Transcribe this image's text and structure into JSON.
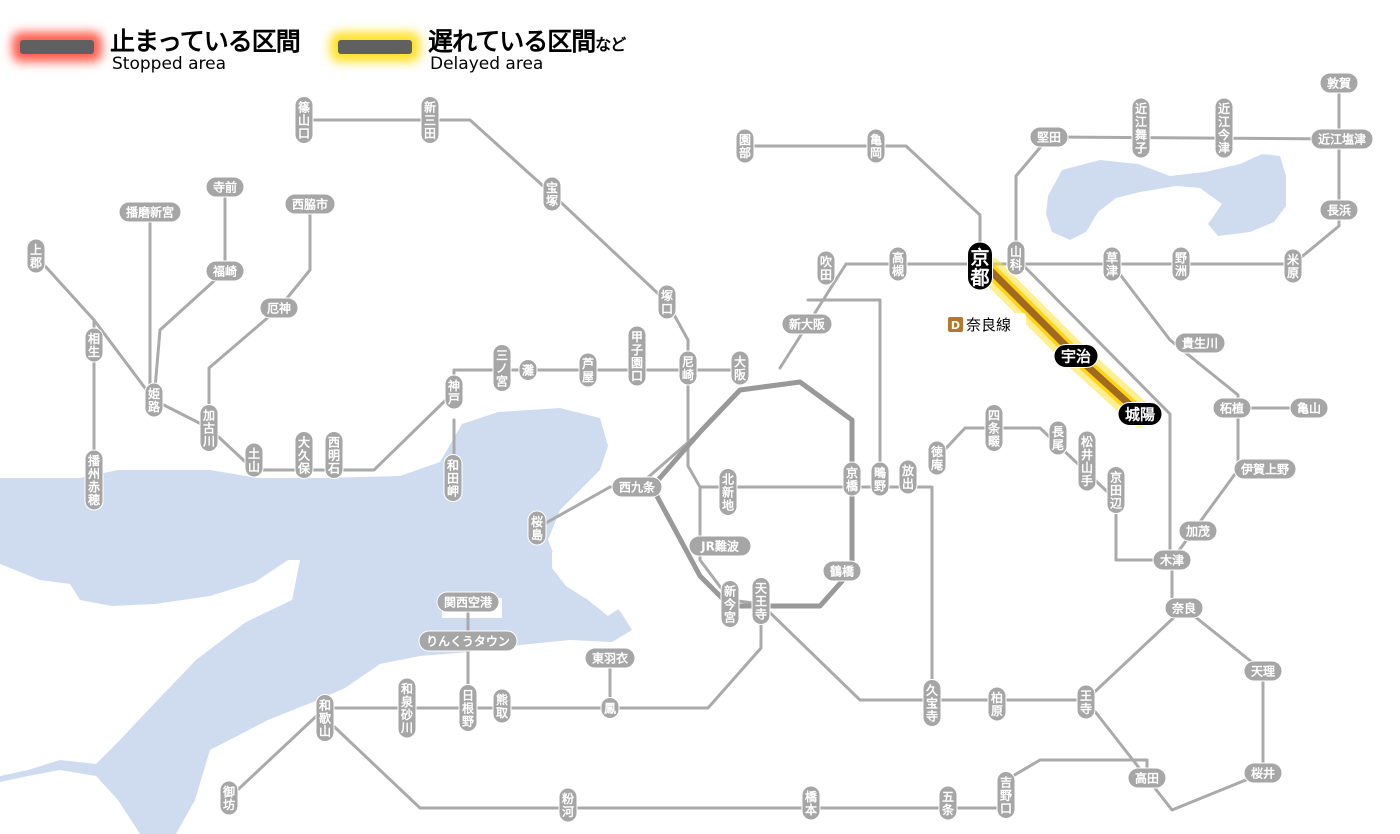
{
  "legend": {
    "stopped": {
      "ja": "止まっている区間",
      "en": "Stopped area",
      "color": "#ff2a14"
    },
    "delayed": {
      "ja": "遅れている区間",
      "suffix": "など",
      "en": "Delayed area",
      "color": "#ffdc00"
    }
  },
  "line_label": {
    "badge": "D",
    "name": "奈良線",
    "badge_color": "#b5782a"
  },
  "colors": {
    "track": "#aaaaaa",
    "loop": "#999999",
    "water": "#cfdcef",
    "delayed_line": "#a06a20",
    "badge_gray": "#a6a6a6",
    "badge_black": "#000000"
  },
  "delayed_section": [
    "京都",
    "宇治",
    "城陽"
  ],
  "stations": [
    {
      "id": "kyoto",
      "name": "京都",
      "style": "black"
    },
    {
      "id": "uji",
      "name": "宇治",
      "style": "black"
    },
    {
      "id": "joyo",
      "name": "城陽",
      "style": "black"
    },
    {
      "id": "sasayamaguchi",
      "name": "篠山口"
    },
    {
      "id": "shinsanda",
      "name": "新三田"
    },
    {
      "id": "takarazuka",
      "name": "宝塚"
    },
    {
      "id": "sonobe",
      "name": "園部"
    },
    {
      "id": "kameoka",
      "name": "亀岡"
    },
    {
      "id": "katata",
      "name": "堅田"
    },
    {
      "id": "omimaiko",
      "name": "近江舞子"
    },
    {
      "id": "omiimazu",
      "name": "近江今津"
    },
    {
      "id": "tsuruga",
      "name": "敦賀"
    },
    {
      "id": "omishiotsu",
      "name": "近江塩津"
    },
    {
      "id": "nagahama",
      "name": "長浜"
    },
    {
      "id": "maibara",
      "name": "米原"
    },
    {
      "id": "yasu",
      "name": "野洲"
    },
    {
      "id": "kusatsu",
      "name": "草津"
    },
    {
      "id": "yamashina",
      "name": "山科"
    },
    {
      "id": "takatsuki",
      "name": "高槻"
    },
    {
      "id": "suita",
      "name": "吹田"
    },
    {
      "id": "shinosaka",
      "name": "新大阪"
    },
    {
      "id": "osaka",
      "name": "大阪"
    },
    {
      "id": "tsukaguchi",
      "name": "塚口"
    },
    {
      "id": "amagasaki",
      "name": "尼崎"
    },
    {
      "id": "koshienguchi",
      "name": "甲子園口"
    },
    {
      "id": "ashiya",
      "name": "芦屋"
    },
    {
      "id": "nada",
      "name": "灘"
    },
    {
      "id": "sannomiya",
      "name": "三ノ宮"
    },
    {
      "id": "kobe",
      "name": "神戸"
    },
    {
      "id": "wadamisaki",
      "name": "和田岬"
    },
    {
      "id": "nishiakashi",
      "name": "西明石"
    },
    {
      "id": "okubo",
      "name": "大久保"
    },
    {
      "id": "dobo",
      "name": "土山"
    },
    {
      "id": "kakogawa",
      "name": "加古川"
    },
    {
      "id": "yakujin",
      "name": "厄神"
    },
    {
      "id": "nishiwakishi",
      "name": "西脇市"
    },
    {
      "id": "teramae",
      "name": "寺前"
    },
    {
      "id": "fukusaki",
      "name": "福崎"
    },
    {
      "id": "harimashingu",
      "name": "播磨新宮"
    },
    {
      "id": "kamigori",
      "name": "上郡"
    },
    {
      "id": "aioi",
      "name": "相生"
    },
    {
      "id": "himeji",
      "name": "姫路"
    },
    {
      "id": "harimaako",
      "name": "播州赤穂"
    },
    {
      "id": "nishikujo",
      "name": "西九条"
    },
    {
      "id": "sakurajima",
      "name": "桜島"
    },
    {
      "id": "kitashinchi",
      "name": "北新地"
    },
    {
      "id": "kyobashi",
      "name": "京橋"
    },
    {
      "id": "shigino",
      "name": "鴫野"
    },
    {
      "id": "hanaten",
      "name": "放出"
    },
    {
      "id": "shijonawate",
      "name": "四条畷"
    },
    {
      "id": "tokuan",
      "name": "徳庵"
    },
    {
      "id": "nagao",
      "name": "長尾"
    },
    {
      "id": "matsuiyamate",
      "name": "松井山手"
    },
    {
      "id": "kyotanabe",
      "name": "京田辺"
    },
    {
      "id": "kizu",
      "name": "木津"
    },
    {
      "id": "kamo",
      "name": "加茂"
    },
    {
      "id": "igaueno",
      "name": "伊賀上野"
    },
    {
      "id": "tsuge",
      "name": "柘植"
    },
    {
      "id": "kameyama",
      "name": "亀山"
    },
    {
      "id": "kibukawa",
      "name": "貴生川"
    },
    {
      "id": "nara",
      "name": "奈良"
    },
    {
      "id": "tenri",
      "name": "天理"
    },
    {
      "id": "sakurai",
      "name": "桜井"
    },
    {
      "id": "takada",
      "name": "高田"
    },
    {
      "id": "oji",
      "name": "王寺"
    },
    {
      "id": "kashiwara",
      "name": "柏原"
    },
    {
      "id": "kyuhoji",
      "name": "久宝寺"
    },
    {
      "id": "tsuruhashi",
      "name": "鶴橋"
    },
    {
      "id": "tennoji",
      "name": "天王寺"
    },
    {
      "id": "shinimamiya",
      "name": "新今宮"
    },
    {
      "id": "jrnamba",
      "name": "JR難波"
    },
    {
      "id": "higashihagoromo",
      "name": "東羽衣"
    },
    {
      "id": "otori",
      "name": "鳳"
    },
    {
      "id": "hineno",
      "name": "日根野"
    },
    {
      "id": "kumatori",
      "name": "熊取"
    },
    {
      "id": "izumisunagawa",
      "name": "和泉砂川"
    },
    {
      "id": "kansaiairport",
      "name": "関西空港"
    },
    {
      "id": "rinkutown",
      "name": "りんくうタウン"
    },
    {
      "id": "wakayama",
      "name": "和歌山"
    },
    {
      "id": "gobo",
      "name": "御坊"
    },
    {
      "id": "kokawa",
      "name": "粉河"
    },
    {
      "id": "hashimoto",
      "name": "橋本"
    },
    {
      "id": "gojo",
      "name": "五条"
    },
    {
      "id": "yoshinoguchi",
      "name": "吉野口"
    }
  ]
}
